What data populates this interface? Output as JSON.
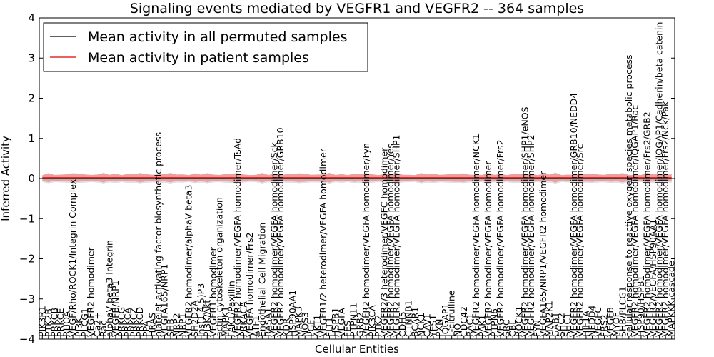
{
  "chart_data": {
    "type": "line",
    "title": "Signaling events mediated by VEGFR1 and VEGFR2 -- 364 samples",
    "xlabel": "Cellular Entities",
    "ylabel": "Inferred Activity",
    "ylim": [
      -4,
      4
    ],
    "yticks": [
      "−4",
      "−3",
      "−2",
      "−1",
      "0",
      "1",
      "2",
      "3",
      "4"
    ],
    "legend_position": "upper-left",
    "colors": {
      "permuted": "#000000",
      "patient": "#e00000",
      "patient_band": "#f08a8a",
      "permuted_band": "#cccccc"
    },
    "categories": [
      "PIK3R1",
      "PTK2B",
      "PRKCB",
      "PRKCE",
      "RHOA",
      "VEGF/Rho/ROCK1/Integrin Complex",
      "PI3K",
      "PLCG1",
      "VEGFR2 homodimer",
      "Ca2+",
      "Rac",
      "alphaV beta3 Integrin",
      "VEGFB/NRP1",
      "PRKCG",
      "PRKCA",
      "PRKCZ",
      "PRKCD",
      "PPA",
      "HRAS",
      "platelet activating factor biosynthetic process",
      "VEGFA165/NRP1",
      "SHB",
      "NRP2",
      "NRP1",
      "VEGFR2 homodimer/alphaV beta3",
      "SH2D2A",
      "Ins(1,4,5)P3",
      "PI3K/Akt",
      "VEGFR1 homodimer",
      "actin cytoskeleton organization",
      "MAPK1",
      "FAK1/Paxillin",
      "VEGFR2 homodimer/VEGFA homodimer/TsAd",
      "PRKACA",
      "VEGFA homodimer/Frs2",
      "ATF1",
      "Endothelial Cell Migration",
      "RASA1",
      "VEGFR2 homodimer/VEGFA homodimer/Sck",
      "VEGFR2 homodimer/VEGFA homodimer/GRB10",
      "KDR",
      "HSP90AA1",
      "MAPK3",
      "NOS3",
      "PGF",
      "AKT1",
      "VEGFR1/2 heterodimer/VEGFA homodimer",
      "FLT1",
      "HSPB1",
      "VEGFA",
      "FES",
      "PTPN11",
      "GRB2",
      "VEGFR2 homodimer/VEGFA homodimer/Fyn",
      "PIK3CA",
      "PTK2",
      "VEGFR2/3 heterodimer/VEGFC homodimer",
      "VEGFR2 homodimer/VEGFA homodimer/Yes",
      "VEGFR2 homodimer/VEGFA homodimer/SHP1",
      "CDH5",
      "CTNNB1",
      "BCAR1",
      "NCK1",
      "CAV1",
      "YES1",
      "PXN",
      "IQGAP1",
      "L-citrulline",
      "NO",
      "CDC42",
      "RAC1",
      "VEGFR2 homodimer/VEGFA homodimer/NCK1",
      "PAK1",
      "VEGFR2 homodimer/VEGFA homodimer",
      "PTPN6",
      "VEGFR2 homodimer/VEGFA homodimer/Frs2",
      "SRC",
      "CBL",
      "ROCK1",
      "VEGFR2 homodimer/VEGFA homodimer/SHP1/eNOS",
      "VEGFR2 homodimer/VEGFA homodimer/SHP2",
      "FYN",
      "VEGFA165/NRP1/VEGFR2 homodimer",
      "MAP2K1",
      "GAB1",
      "SHC2",
      "SHC1",
      "VEGFR2 homodimer/VEGFA homodimer/GRB10/NEDD4",
      "VEGFR2 homodimer/VEGFA homodimer/Src",
      "HIF1A",
      "NEDD4",
      "VEGFC",
      "FRS2",
      "VEGFB",
      "MYOF",
      "SHB/PLCG1",
      "cellular response to reactive oxygen species metabolic process",
      "VEGFR2 homodimer/VEGFA homodimer/IQGAP1/Rac",
      "HSP90/HSPB1",
      "VEGFR2 homodimer/VEGFA homodimer/Frs2/GRB2",
      "VEGFR2/VEGFA/HSP90AA1",
      "VEGFR2 homodimer/VEGFA homodimer/IQGAP1/Cadherin/beta catenin",
      "VEGFR2 homodimer/VEGFA homodimer/Frs2/Nck/Pak",
      "MAPKKK cascade"
    ],
    "series": [
      {
        "name": "Mean activity in all permuted samples",
        "constant_value": 0
      },
      {
        "name": "Mean activity in patient samples",
        "constant_value": 0.02,
        "band_halfwidth": 0.12
      }
    ]
  },
  "legend": {
    "permuted": "Mean activity in all permuted samples",
    "patient": "Mean activity in patient samples"
  }
}
